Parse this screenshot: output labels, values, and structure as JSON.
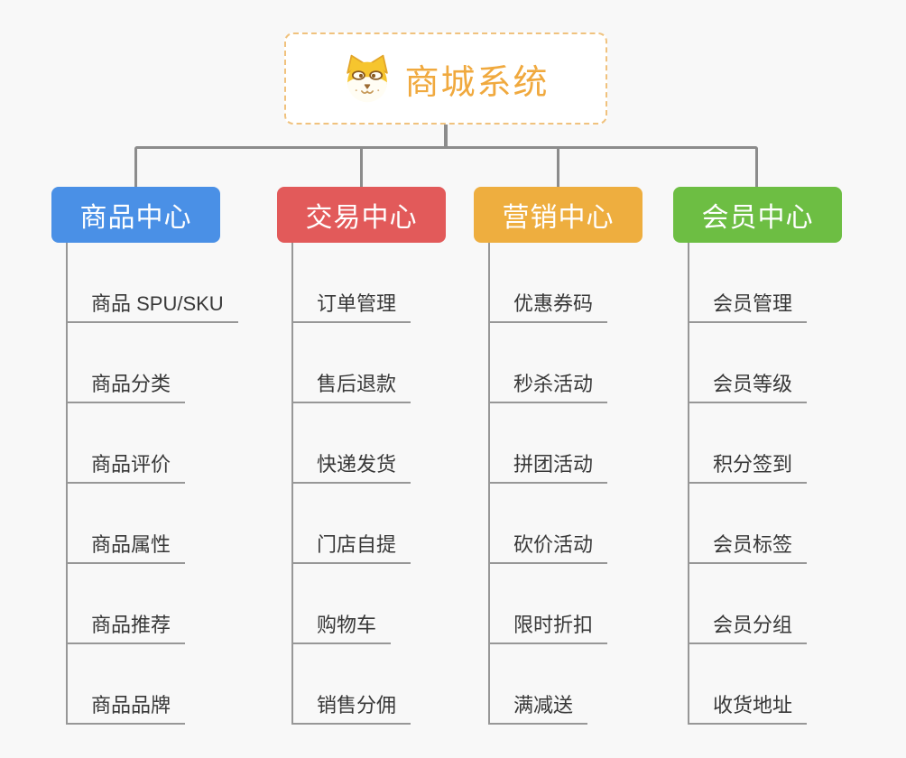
{
  "canvas": {
    "background": "#f8f8f8",
    "connector_color": "#8c8c8c"
  },
  "root": {
    "title": "商城系统",
    "icon": "shiba-dog-icon",
    "title_color": "#f0a93e",
    "border_color": "#f0c27e"
  },
  "branches": [
    {
      "label": "商品中心",
      "color": "#4a90e6",
      "children": [
        "商品 SPU/SKU",
        "商品分类",
        "商品评价",
        "商品属性",
        "商品推荐",
        "商品品牌"
      ]
    },
    {
      "label": "交易中心",
      "color": "#e25a5a",
      "children": [
        "订单管理",
        "售后退款",
        "快递发货",
        "门店自提",
        "购物车",
        "销售分佣"
      ]
    },
    {
      "label": "营销中心",
      "color": "#eeae3f",
      "children": [
        "优惠券码",
        "秒杀活动",
        "拼团活动",
        "砍价活动",
        "限时折扣",
        "满减送"
      ]
    },
    {
      "label": "会员中心",
      "color": "#6dbe43",
      "children": [
        "会员管理",
        "会员等级",
        "积分签到",
        "会员标签",
        "会员分组",
        "收货地址"
      ]
    }
  ]
}
